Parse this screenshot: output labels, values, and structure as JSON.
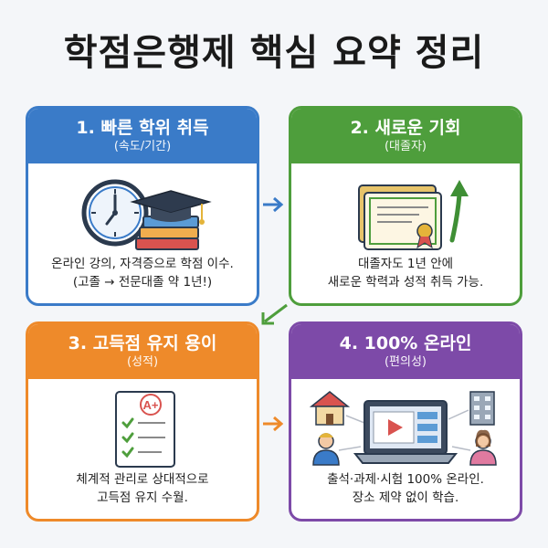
{
  "title": "학점은행제 핵심 요약 정리",
  "cards": [
    {
      "heading": "1. 빠른 학위 취득",
      "subheading": "(속도/기간)",
      "line1": "온라인 강의, 자격증으로 학점 이수.",
      "line2": "(고졸 → 전문대졸 약 1년!)",
      "icon": "clock-books-graduation-cap",
      "color": "#3a7bc8"
    },
    {
      "heading": "2. 새로운 기회",
      "subheading": "(대졸자)",
      "line1": "대졸자도 1년 안에",
      "line2": "새로운 학력과 성적 취득 가능.",
      "icon": "diploma-certificate-arrow-up",
      "color": "#4e9e3c"
    },
    {
      "heading": "3. 고득점 유지 용이",
      "subheading": "(성적)",
      "line1": "체계적 관리로 상대적으로",
      "line2": "고득점 유지 수월.",
      "icon": "graded-checklist-a-plus",
      "grade": "A+",
      "color": "#ee8a2a"
    },
    {
      "heading": "4. 100% 온라인",
      "subheading": "(편의성)",
      "line1": "출석·과제·시험 100% 온라인.",
      "line2": "장소 제약 없이 학습.",
      "icon": "laptop-video-people",
      "color": "#7d4aa8"
    }
  ]
}
